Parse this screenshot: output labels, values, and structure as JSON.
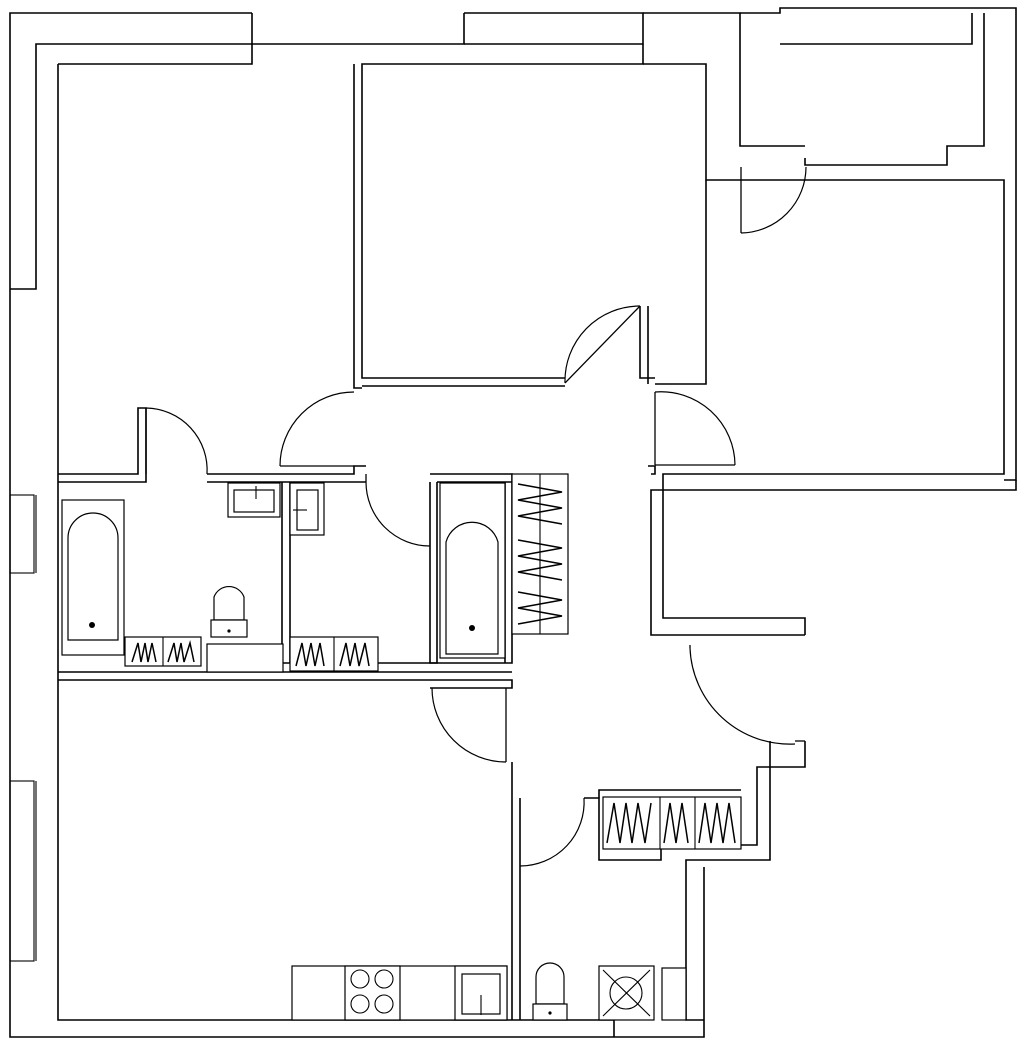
{
  "plan": {
    "rooms": [
      "room-top-left",
      "room-top-middle",
      "room-top-right",
      "bathroom-left",
      "bathroom-right",
      "hallway",
      "room-bottom-left-kitchen",
      "toilet-utility"
    ],
    "fixtures": [
      "bathtub",
      "bathtub",
      "toilet",
      "toilet",
      "washbasin",
      "washbasin",
      "washbasin",
      "kitchen-sink",
      "cooktop",
      "washing-machine",
      "wardrobe",
      "wardrobe",
      "wardrobe",
      "wardrobe",
      "wardrobe"
    ],
    "colors": {
      "line": "#000000",
      "background": "#ffffff"
    }
  }
}
